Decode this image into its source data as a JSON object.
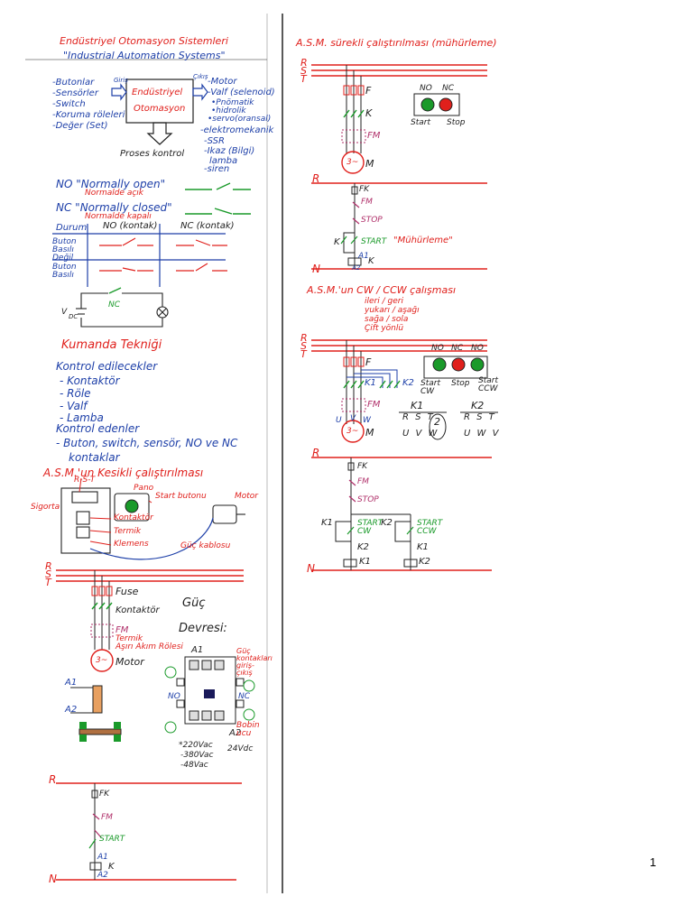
{
  "left": {
    "title1": "Endüstriyel Otomasyon Sistemleri",
    "title2": "\"Industrial Automation Systems\"",
    "inputs": [
      "-Butonlar",
      "-Sensörler",
      "-Switch",
      "-Koruma röleleri",
      "-Değer (Set)"
    ],
    "input_label": "Giriş",
    "center_box": [
      "Endüstriyel",
      "Otomasyon"
    ],
    "output_label": "Çıkış",
    "outputs": [
      "-Motor",
      "-Valf (selenoid)"
    ],
    "valf_types": [
      "•Pnömatik",
      "•hidrolik",
      "•servo(oransal)"
    ],
    "outputs2": [
      "-elektromekanik",
      "-SSR",
      "-Ikaz (Bilgi)",
      "lamba",
      "-siren"
    ],
    "process": "Proses kontrol",
    "no_title": "NO \"Normally open\"",
    "no_sub": "Normalde açık",
    "nc_title": "NC \"Normally closed\"",
    "nc_sub": "Normalde kapalı",
    "table_h": [
      "Durum",
      "NO (kontak)",
      "NC (kontak)"
    ],
    "table_rows": [
      "Buton Basılı Değil",
      "Buton Basılı"
    ],
    "lamp_circ": [
      "V",
      "DC",
      "NC"
    ],
    "kumanda_title": "Kumanda Tekniği",
    "kontrol_edil": "Kontrol edilecekler",
    "kontrol_list": [
      "- Kontaktör",
      "- Röle",
      "- Valf",
      "- Lamba"
    ],
    "kontrol_edenler": "Kontrol edenler",
    "kontrol_edenler_item": "- Buton, switch, sensör, NO ve NC",
    "kontaklar": "kontaklar",
    "asm_kesikli": "A.S.M.'un Kesikli çalıştırılması",
    "pano_labels": [
      "Pano",
      "R-S-T",
      "Sigorta",
      "Start butonu",
      "Kontaktör",
      "Termik",
      "Klemens",
      "Motor",
      "Güç kablosu"
    ],
    "power_labels": [
      "R",
      "S",
      "T",
      "Fuse",
      "Kontaktör",
      "FM",
      "Termik",
      "Aşırı Akım Rölesi",
      "3~",
      "Motor"
    ],
    "guc_devresi": [
      "Güç",
      "Devresi:"
    ],
    "coil_labels": [
      "A1",
      "A2"
    ],
    "cont_labels": [
      "A1",
      "A2",
      "NO",
      "NC",
      "Güç kontakları giriş-çıkış",
      "Bobin ucu"
    ],
    "voltages": [
      "*220Vac",
      "-380Vac",
      "-48Vac",
      "24Vdc"
    ],
    "ctrl1": [
      "R",
      "FK",
      "FM",
      "START",
      "A1",
      "K",
      "A2",
      "N"
    ]
  },
  "right": {
    "title": "A.S.M. sürekli çalıştırılması (mühürleme)",
    "pb_labels": [
      "NO",
      "NC",
      "Start",
      "Stop"
    ],
    "power_labels": [
      "R",
      "S",
      "T",
      "F",
      "K",
      "FM",
      "3~",
      "M"
    ],
    "ctrl": [
      "R",
      "FK",
      "FM",
      "STOP",
      "K",
      "START",
      "\"Mühürleme\"",
      "A1",
      "A2",
      "K",
      "N"
    ],
    "cw_title": "A.S.M.'un CW / CCW çalışması",
    "cw_sub": [
      "ileri / geri",
      "yukarı / aşağı",
      "sağa / sola",
      "Çift yönlü"
    ],
    "pb3_labels": [
      "NO",
      "NC",
      "NO",
      "Start CW",
      "Stop",
      "Start CCW"
    ],
    "power2": [
      "R",
      "S",
      "T",
      "F",
      "K1",
      "K2",
      "FM",
      "3~",
      "M",
      "U",
      "V",
      "W"
    ],
    "k_tables": [
      {
        "name": "K1",
        "top": "R S T",
        "bot": "U V W"
      },
      {
        "name": "K2",
        "top": "R S T",
        "bot": "U W V"
      }
    ],
    "swap_note": "2",
    "ctrl2": [
      "R",
      "FK",
      "FM",
      "STOP",
      "K1",
      "START CW",
      "K2",
      "START CCW",
      "K2",
      "K1",
      "K1",
      "K2",
      "N"
    ]
  },
  "page_number": "1"
}
